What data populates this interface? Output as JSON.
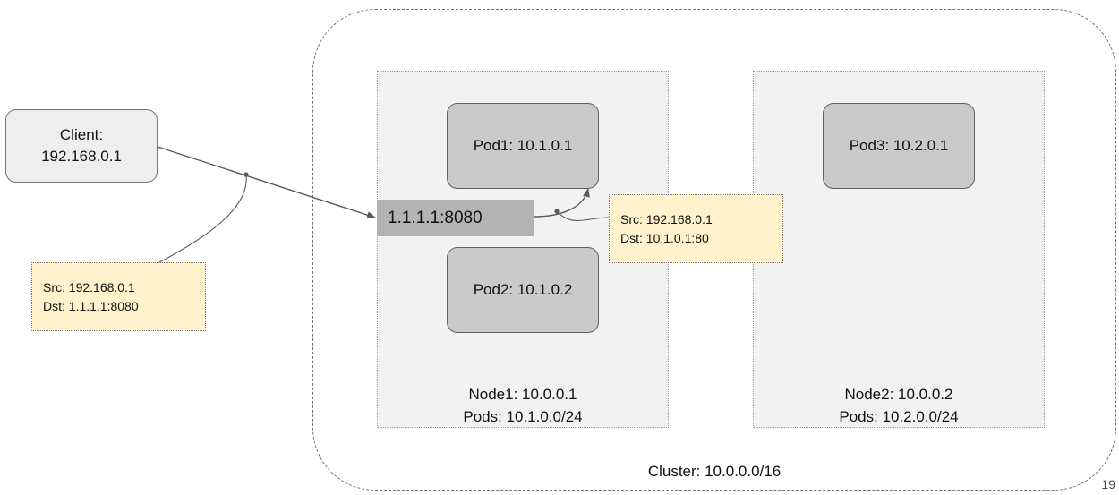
{
  "cluster": {
    "label": "Cluster: 10.0.0.0/16"
  },
  "client": {
    "line1": "Client:",
    "line2": "192.168.0.1"
  },
  "service": {
    "address": "1.1.1.1:8080"
  },
  "nodes": [
    {
      "label_line1": "Node1: 10.0.0.1",
      "label_line2": "Pods: 10.1.0.0/24",
      "pods": [
        {
          "label": "Pod1: 10.1.0.1"
        },
        {
          "label": "Pod2: 10.1.0.2"
        }
      ]
    },
    {
      "label_line1": "Node2: 10.0.0.2",
      "label_line2": "Pods: 10.2.0.0/24",
      "pods": [
        {
          "label": "Pod3: 10.2.0.1"
        }
      ]
    }
  ],
  "notes": [
    {
      "src": "Src: 192.168.0.1",
      "dst": "Dst: 1.1.1.1:8080"
    },
    {
      "src": "Src: 192.168.0.1",
      "dst": "Dst: 10.1.0.1:80"
    }
  ],
  "slide_number": "19",
  "colors": {
    "node_fill": "#f2f2f2",
    "pod_fill": "#cacaca",
    "service_fill": "#b3b3b3",
    "note_fill": "#fff2cc",
    "client_fill": "#eeeeee",
    "line": "#595959"
  }
}
